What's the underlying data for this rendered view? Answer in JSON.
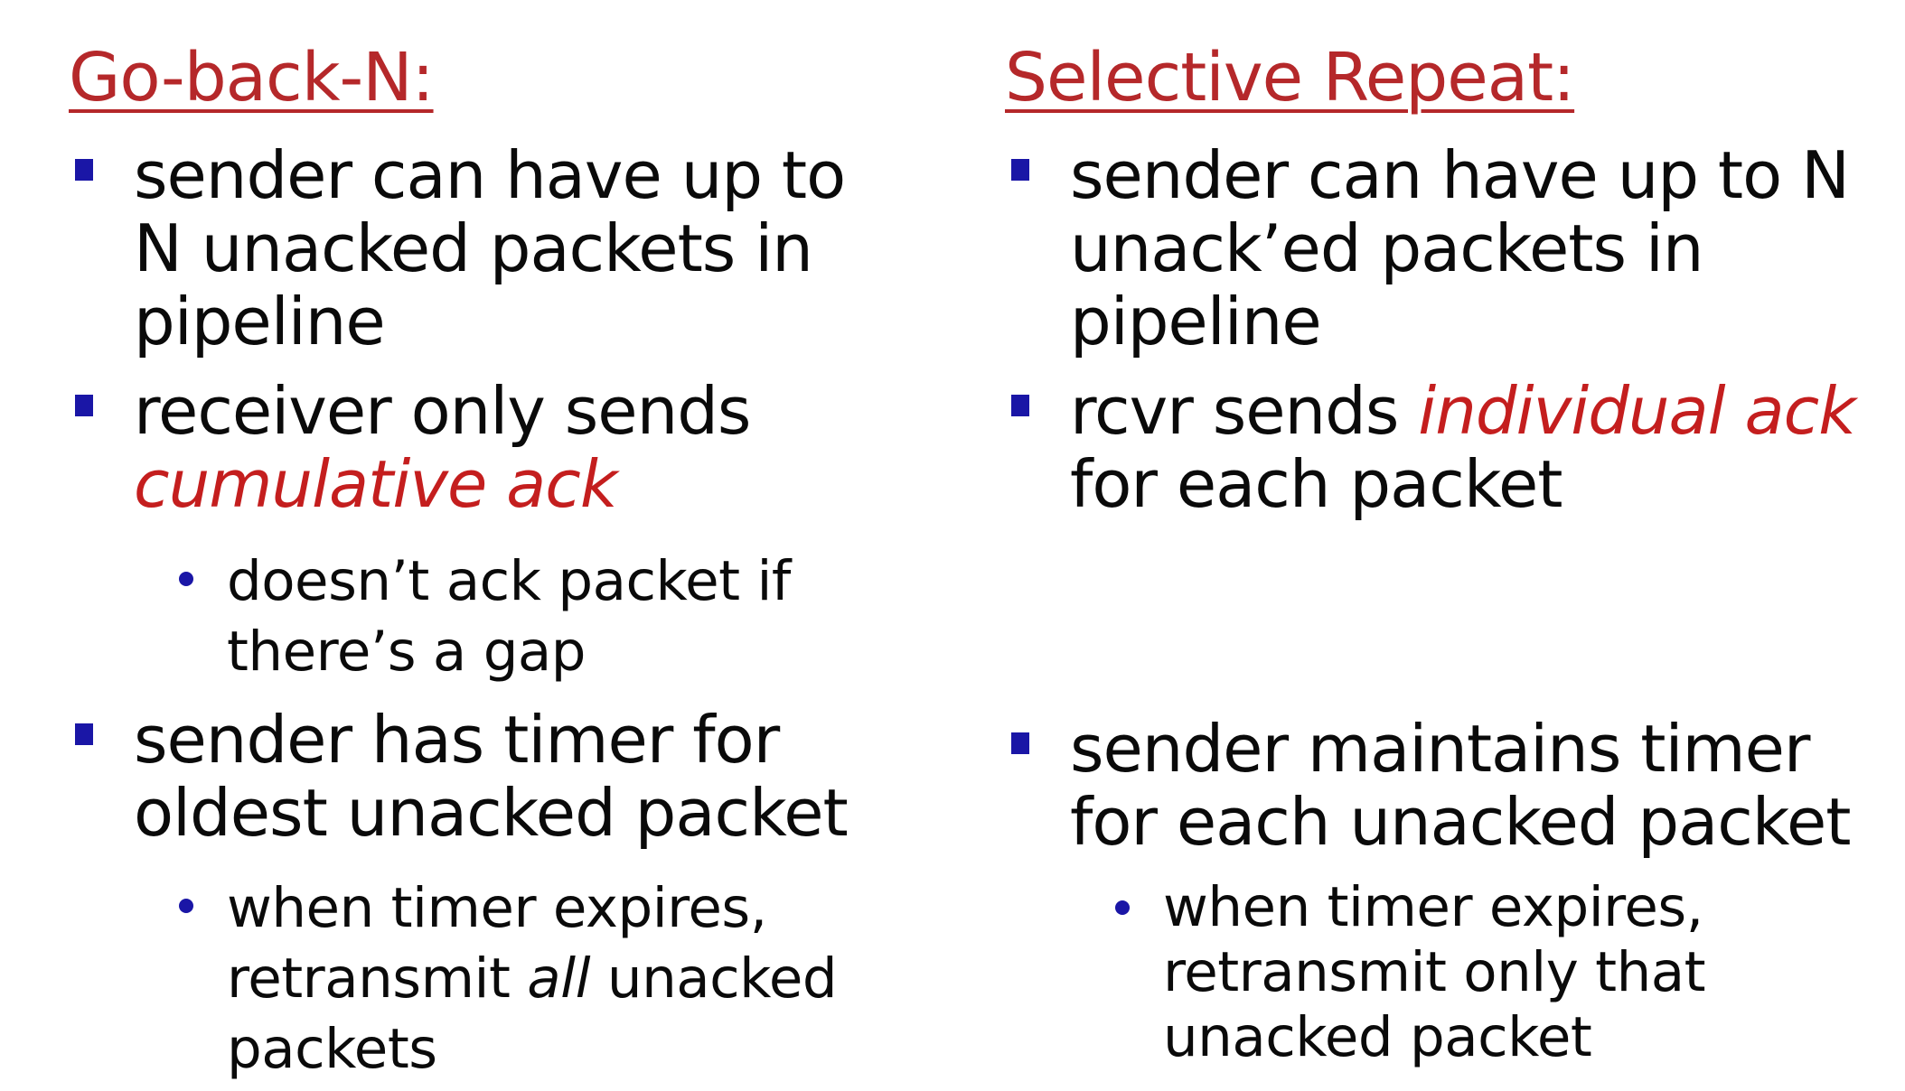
{
  "left": {
    "title": "Go-back-N:",
    "b1_line1": "sender can have up to",
    "b1_line2": "N unacked packets in",
    "b1_line3": "pipeline",
    "b2_line1": "receiver only sends",
    "b2_emph": "cumulative ack",
    "s1_line1": "doesn’t ack packet if",
    "s1_line2": "there’s a gap",
    "b3_line1": "sender has timer for",
    "b3_line2": "oldest unacked packet",
    "s2_line1": "when timer expires,",
    "s2_pre": "retransmit ",
    "s2_emph": "all",
    "s2_post": " unacked",
    "s2_line3": "packets"
  },
  "right": {
    "title": "Selective Repeat:",
    "b1_line1": "sender can have up to N",
    "b1_line2": "unack’ed packets in",
    "b1_line3": "pipeline",
    "b2_pre": "rcvr sends ",
    "b2_emph": "individual ack",
    "b2_line2": "for each packet",
    "b3_line1": "sender maintains timer",
    "b3_line2": "for each unacked packet",
    "s2_line1": "when timer expires,",
    "s2_line2": "retransmit only that",
    "s2_line3": "unacked packet"
  },
  "colors": {
    "title": "#b5282a",
    "emphasis": "#c41e1e",
    "bullet": "#1a16a6",
    "text": "#0a0a0a"
  }
}
